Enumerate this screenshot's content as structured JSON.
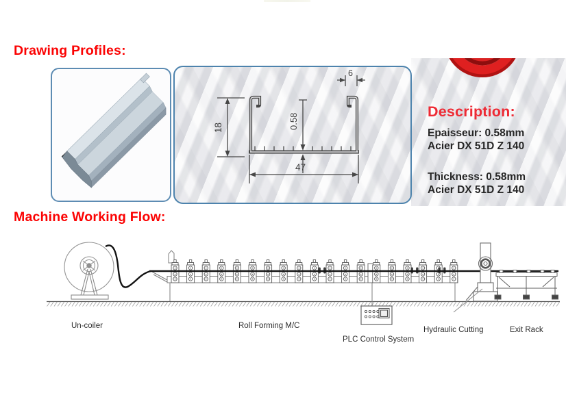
{
  "headings": {
    "drawing_profiles": "Drawing Profiles:",
    "machine_working_flow": "Machine Working Flow:"
  },
  "profiles": {
    "description": {
      "title": "Description:",
      "line1": "Epaisseur: 0.58mm",
      "line2": "Acier DX 51D Z 140",
      "line3": "Thickness: 0.58mm",
      "line4": "Acier DX 51D Z 140"
    },
    "drawing": {
      "dim_height": "18",
      "dim_thickness": "0.58",
      "dim_lip": "6",
      "dim_width": "47"
    }
  },
  "machine_flow": {
    "labels": {
      "uncoiler": "Un-coiler",
      "roll_forming": "Roll Forming M/C",
      "plc": "PLC Control System",
      "hydraulic_cutting": "Hydraulic Cutting",
      "exit_rack": "Exit Rack"
    }
  },
  "colors": {
    "heading_red": "#fb0202",
    "description_red": "#ee2a34",
    "panel_border_blue": "#4d83ad",
    "drawing_ink": "#474747",
    "diagram_ink": "#6f6f6f",
    "strip_black": "#141414"
  }
}
